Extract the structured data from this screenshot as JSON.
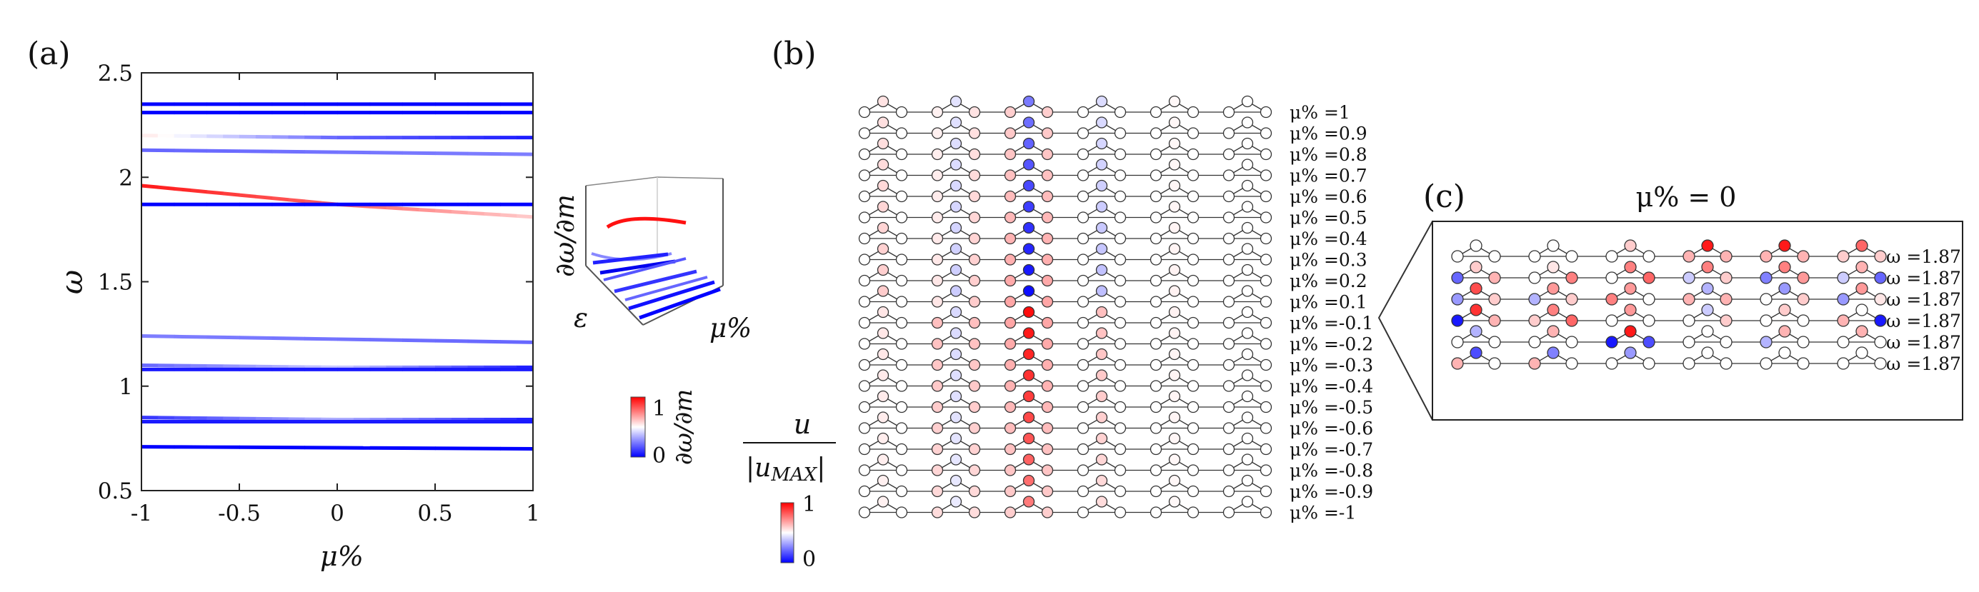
{
  "chart_data": [
    {
      "type": "line",
      "panel_label": "(a)",
      "xlabel": "μ%",
      "ylabel": "ω",
      "xlim": [
        -1,
        1
      ],
      "ylim": [
        0.5,
        2.5
      ],
      "x_ticks": [
        "-1",
        "-0.5",
        "0",
        "0.5",
        "1"
      ],
      "y_ticks": [
        "0.5",
        "1",
        "1.5",
        "2",
        "2.5"
      ],
      "grid": false,
      "colors": {
        "low": "#0000ff",
        "mid": "#ffffff",
        "high": "#ff0000"
      },
      "series": [
        {
          "x": [
            -1,
            1
          ],
          "y": [
            2.35,
            2.35
          ],
          "sens": [
            0.0,
            0.0
          ]
        },
        {
          "x": [
            -1,
            1
          ],
          "y": [
            2.31,
            2.31
          ],
          "sens": [
            0.0,
            0.0
          ]
        },
        {
          "x": [
            -1,
            0,
            1
          ],
          "y": [
            2.2,
            2.19,
            2.19
          ],
          "sens": [
            0.55,
            0.2,
            0.05
          ]
        },
        {
          "x": [
            -1,
            1
          ],
          "y": [
            2.13,
            2.11
          ],
          "sens": [
            0.2,
            0.25
          ]
        },
        {
          "x": [
            -1,
            0,
            1
          ],
          "y": [
            1.96,
            1.87,
            1.81
          ],
          "sens": [
            0.95,
            0.8,
            0.6
          ]
        },
        {
          "x": [
            -1,
            1
          ],
          "y": [
            1.87,
            1.87
          ],
          "sens": [
            0.0,
            0.0
          ]
        },
        {
          "x": [
            -1,
            1
          ],
          "y": [
            1.24,
            1.21
          ],
          "sens": [
            0.25,
            0.2
          ]
        },
        {
          "x": [
            -1,
            0,
            1
          ],
          "y": [
            1.1,
            1.09,
            1.09
          ],
          "sens": [
            0.2,
            0.4,
            0.05
          ]
        },
        {
          "x": [
            -1,
            1
          ],
          "y": [
            1.08,
            1.08
          ],
          "sens": [
            0.05,
            0.05
          ]
        },
        {
          "x": [
            -1,
            0,
            1
          ],
          "y": [
            0.85,
            0.84,
            0.84
          ],
          "sens": [
            0.1,
            0.35,
            0.05
          ]
        },
        {
          "x": [
            -1,
            1
          ],
          "y": [
            0.83,
            0.83
          ],
          "sens": [
            0.05,
            0.05
          ]
        },
        {
          "x": [
            -1,
            1
          ],
          "y": [
            0.71,
            0.7
          ],
          "sens": [
            0.0,
            0.0
          ]
        }
      ],
      "inset": {
        "ylabel": "∂ω/∂m",
        "xlabel": "μ%",
        "zlabel": "ε"
      },
      "colorbar": {
        "min_label": "0",
        "max_label": "1",
        "label": "∂ω/∂m"
      }
    },
    {
      "type": "heatmap",
      "panel_label": "(b)",
      "colorbar": {
        "label_num": "u",
        "label_den": "|u",
        "label_sub": "MAX",
        "label_close": "|",
        "min_label": "0",
        "max_label": "1"
      },
      "rows": [
        "μ% =1",
        "μ% =0.9",
        "μ% =0.8",
        "μ% =0.7",
        "μ% =0.6",
        "μ% =0.5",
        "μ% =0.4",
        "μ% =0.3",
        "μ% =0.2",
        "μ% =0.1",
        "μ% =-0.1",
        "μ% =-0.2",
        "μ% =-0.3",
        "μ% =-0.4",
        "μ% =-0.5",
        "μ% =-0.6",
        "μ% =-0.7",
        "μ% =-0.8",
        "μ% =-0.9",
        "μ% =-1"
      ],
      "cell_pattern_upper": [
        0.0,
        0.2,
        0.0,
        0.1,
        -0.2,
        0.2,
        0.35,
        -0.95,
        0.35,
        0.0,
        -0.25,
        0.0,
        0.0,
        0.05,
        0.0,
        0.0,
        0.0,
        0.0
      ],
      "cell_pattern_lower": [
        0.0,
        0.1,
        0.0,
        0.25,
        -0.15,
        0.25,
        0.35,
        0.95,
        0.35,
        0.0,
        0.25,
        0.0,
        0.0,
        0.05,
        0.0,
        0.0,
        0.0,
        0.0
      ]
    },
    {
      "type": "heatmap",
      "panel_label": "(c)",
      "title": "μ% = 0",
      "rows": [
        "ω =1.87",
        "ω =1.87",
        "ω =1.87",
        "ω =1.87",
        "ω =1.87",
        "ω =1.87"
      ],
      "cells": [
        [
          0.0,
          0.0,
          0.0,
          0.0,
          0.0,
          0.0,
          0.0,
          0.2,
          0.0,
          0.3,
          0.9,
          0.3,
          0.3,
          0.9,
          0.3,
          0.2,
          0.6,
          0.2
        ],
        [
          -0.6,
          0.2,
          0.3,
          0.0,
          0.1,
          0.5,
          0.0,
          0.5,
          0.6,
          -0.2,
          0.5,
          0.2,
          -0.5,
          0.5,
          0.4,
          -0.2,
          0.3,
          -0.6
        ],
        [
          -0.4,
          0.7,
          0.2,
          -0.3,
          0.4,
          0.2,
          0.5,
          0.4,
          0.0,
          0.3,
          -0.3,
          0.3,
          0.0,
          -0.4,
          0.2,
          -0.4,
          0.4,
          0.1
        ],
        [
          -0.9,
          0.8,
          0.3,
          0.2,
          0.5,
          0.6,
          0.0,
          0.4,
          0.0,
          0.0,
          -0.2,
          0.2,
          0.0,
          0.2,
          0.0,
          0.3,
          0.0,
          -0.9
        ],
        [
          0.0,
          -0.3,
          0.0,
          0.0,
          0.3,
          0.0,
          -0.9,
          0.9,
          -0.7,
          0.0,
          0.0,
          0.0,
          -0.3,
          0.3,
          0.0,
          0.0,
          0.3,
          0.0
        ],
        [
          0.3,
          -0.7,
          0.0,
          0.3,
          -0.5,
          0.0,
          0.0,
          -0.4,
          0.0,
          0.0,
          0.0,
          0.0,
          0.0,
          0.0,
          0.0,
          0.0,
          0.0,
          0.0
        ]
      ]
    }
  ]
}
